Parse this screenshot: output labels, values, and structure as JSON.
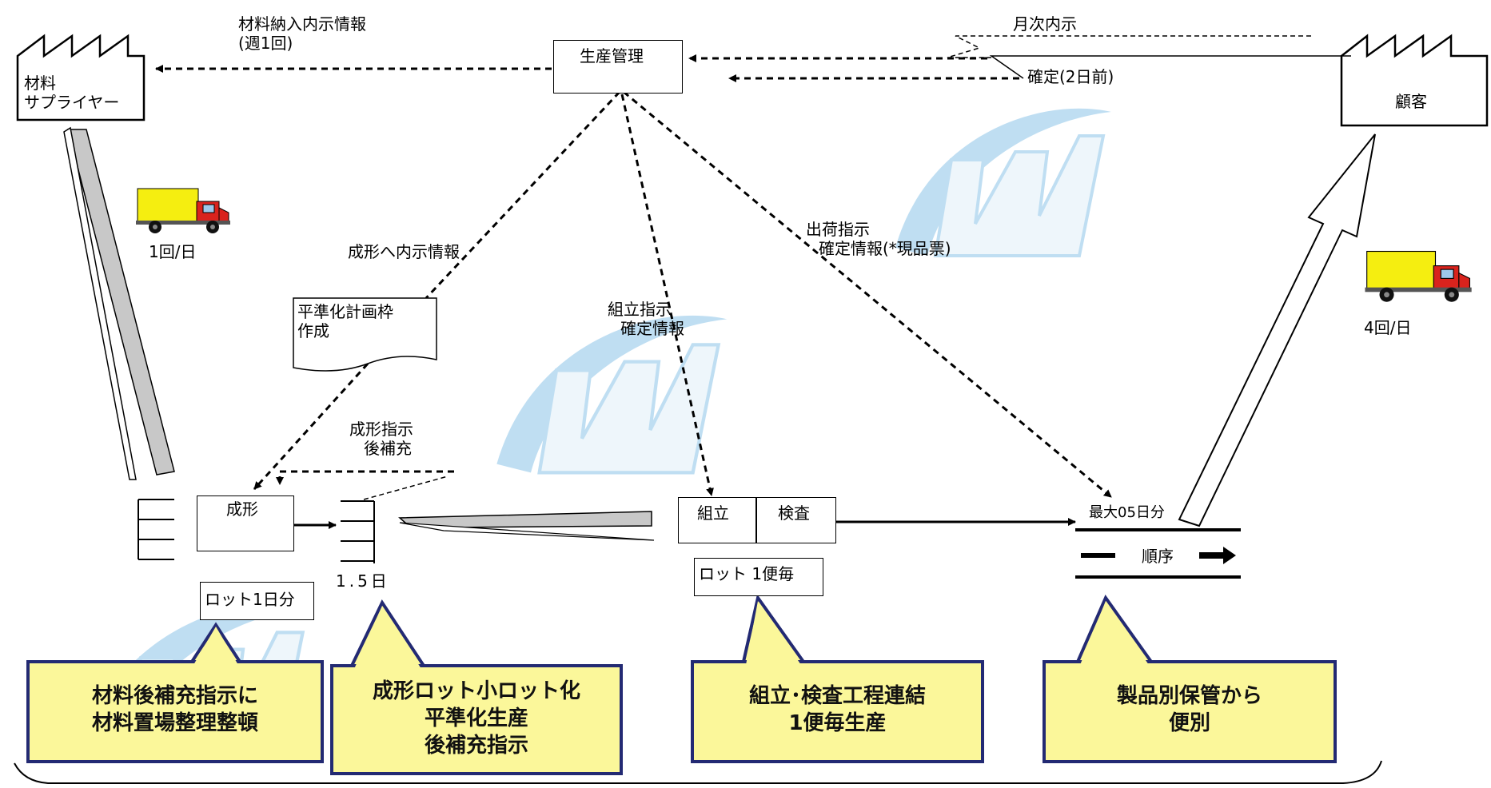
{
  "supplier": {
    "line1": "材料",
    "line2": "サプライヤー"
  },
  "customer": {
    "label": "顧客"
  },
  "production_control": {
    "label": "生産管理"
  },
  "material_info": {
    "line1": "材料納入内示情報",
    "line2": "(週1回)"
  },
  "monthly_forecast": {
    "label": "月次内示"
  },
  "confirmed": {
    "label": "確定(2日前)"
  },
  "supplier_truck_freq": {
    "label": "1回/日"
  },
  "customer_truck_freq": {
    "label": "4回/日"
  },
  "molding_info": {
    "label": "成形へ内示情報"
  },
  "leveling_plan": {
    "line1": "平準化計画枠",
    "line2": "作成"
  },
  "molding_instruction": {
    "line1": "成形指示",
    "line2": "後補充"
  },
  "assembly_instruction": {
    "line1": "組立指示",
    "line2": "確定情報"
  },
  "shipping_instruction": {
    "line1": "出荷指示",
    "line2": "確定情報(*現品票)"
  },
  "process": {
    "molding": "成形",
    "assembly": "組立",
    "inspection": "検査",
    "molding_lot": "ロット1日分",
    "inventory_days": "1.5日",
    "assembly_lot": "ロット 1便毎",
    "max_stock": "最大05日分",
    "sequence": "順序"
  },
  "callouts": [
    {
      "line1": "材料後補充指示に",
      "line2": "材料置場整理整頓"
    },
    {
      "line1": "成形ロット小ロット化",
      "line2": "平準化生産",
      "line3": "後補充指示"
    },
    {
      "line1": "組立･検査工程連結",
      "line2": "1便毎生産"
    },
    {
      "line1": "製品別保管から",
      "line2": "便別"
    }
  ],
  "colors": {
    "callout_fill": "#fbf79a",
    "callout_border": "#232a73",
    "truck_body": "#f5ee10",
    "truck_cab": "#d9231d",
    "watermark": "#4aa3dc"
  }
}
